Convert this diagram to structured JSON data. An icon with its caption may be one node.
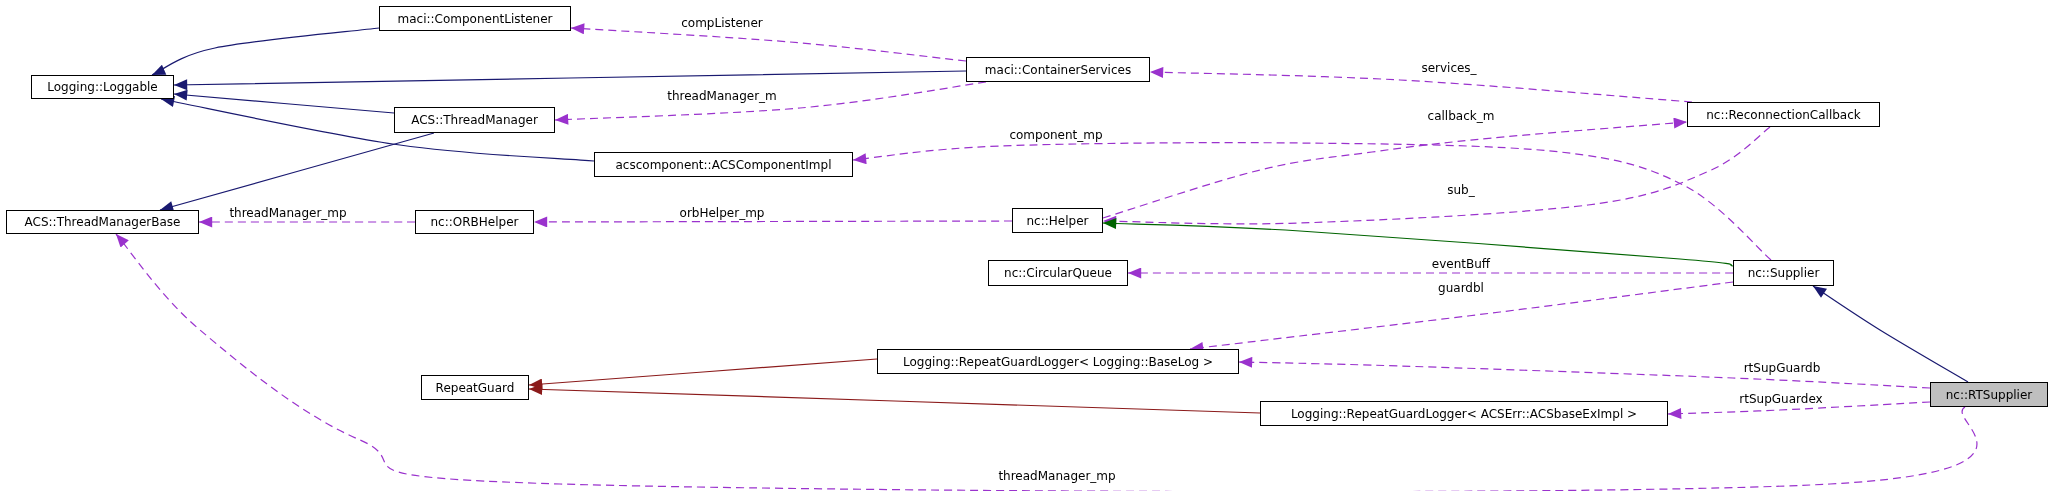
{
  "diagram": {
    "nodes": [
      {
        "text": [
          "Logging::Loggable"
        ]
      },
      {
        "text": [
          "ACS::ThreadManagerBase"
        ]
      },
      {
        "text": [
          "maci::ComponentListener"
        ]
      },
      {
        "text": [
          "ACS::ThreadManager"
        ]
      },
      {
        "text": [
          "nc::ORBHelper"
        ]
      },
      {
        "text": [
          "RepeatGuard"
        ]
      },
      {
        "text": [
          "acscomponent::ACSComponentImpl"
        ]
      },
      {
        "text": [
          "Logging::RepeatGuardLogger< Logging::BaseLog >"
        ]
      },
      {
        "text": [
          "maci::ContainerServices"
        ]
      },
      {
        "text": [
          "nc::Helper"
        ]
      },
      {
        "text": [
          "nc::CircularQueue"
        ]
      },
      {
        "text": [
          "Logging::RepeatGuardLogger< ACSErr::ACSbaseExImpl >"
        ]
      },
      {
        "text": [
          "nc::ReconnectionCallback"
        ]
      },
      {
        "text": [
          "nc::Supplier"
        ]
      },
      {
        "text": [
          "nc::RTSupplier"
        ]
      }
    ],
    "edges": [
      {
        "from": 2,
        "to": 0,
        "arrow": "to",
        "color": "#191970"
      },
      {
        "from": 8,
        "to": 0,
        "arrow": "to",
        "color": "#191970"
      },
      {
        "from": 3,
        "to": 0,
        "arrow": "to",
        "color": "#191970"
      },
      {
        "from": 6,
        "to": 0,
        "arrow": "to",
        "color": "#191970"
      },
      {
        "from": 3,
        "to": 1,
        "arrow": "to",
        "color": "#191970"
      },
      {
        "from": 8,
        "to": 2,
        "arrow": "to",
        "label": "compListener",
        "style": "dashed"
      },
      {
        "from": 8,
        "to": 3,
        "arrow": "to",
        "label": "threadManager_m",
        "style": "dashed"
      },
      {
        "from": 12,
        "to": 8,
        "arrow": "to",
        "label": "services_",
        "style": "dashed"
      },
      {
        "from": 13,
        "to": 6,
        "arrow": "to",
        "label": "component_mp",
        "style": "dashed"
      },
      {
        "from": 9,
        "to": 12,
        "arrow": "to",
        "label": "callback_m",
        "style": "dashed"
      },
      {
        "from": 12,
        "to": 9,
        "arrow": "to",
        "label": "sub_",
        "style": "dashed"
      },
      {
        "from": 4,
        "to": 1,
        "arrow": "to",
        "label": "threadManager_mp",
        "style": "dashed"
      },
      {
        "from": 9,
        "to": 4,
        "arrow": "to",
        "label": "orbHelper_mp",
        "style": "dashed"
      },
      {
        "from": 13,
        "to": 9,
        "arrow": "to",
        "color": "#006400"
      },
      {
        "from": 13,
        "to": 10,
        "arrow": "to",
        "label": "eventBuff",
        "style": "dashed"
      },
      {
        "from": 13,
        "to": 7,
        "arrow": "to",
        "label": "guardbl",
        "style": "dashed"
      },
      {
        "from": 14,
        "to": 13,
        "arrow": "to",
        "color": "#191970"
      },
      {
        "from": 14,
        "to": 7,
        "arrow": "to",
        "label": "rtSupGuardb",
        "style": "dashed"
      },
      {
        "from": 14,
        "to": 11,
        "arrow": "to",
        "label": "rtSupGuardex",
        "style": "dashed"
      },
      {
        "from": 7,
        "to": 5,
        "arrow": "to",
        "color": "#8b1a1a"
      },
      {
        "from": 11,
        "to": 5,
        "arrow": "to",
        "color": "#8b1a1a"
      },
      {
        "from": 14,
        "to": 1,
        "arrow": "to",
        "label": "threadManager_mp",
        "style": "dashed"
      }
    ]
  }
}
